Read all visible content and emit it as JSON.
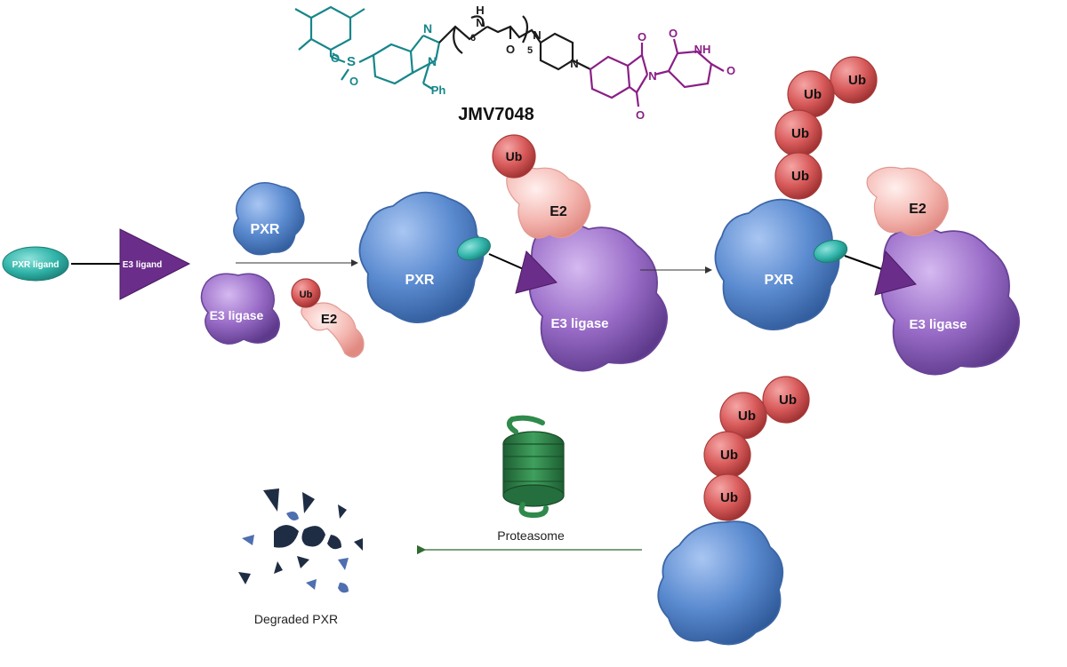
{
  "chemistry": {
    "compound_name": "JMV7048",
    "atoms": {
      "n_imidazole": "N",
      "n_benzyl": "N",
      "ph": "Ph",
      "s": "S",
      "o1": "O",
      "o2": "O",
      "nh_amide": "H",
      "n_amide": "N",
      "subscript_6": "6",
      "o_amide": "O",
      "subscript_5": "5",
      "n_pip1": "N",
      "n_pip2": "N",
      "n_phthal": "N",
      "o_phthal_top": "O",
      "o_phthal_bottom": "O",
      "o_glut_top": "O",
      "nh_glut": "NH",
      "o_glut_right": "O"
    }
  },
  "protac": {
    "pxr_ligand": "PXR ligand",
    "e3_ligand": "E3 ligand"
  },
  "labels": {
    "pxr_1": "PXR",
    "e3_ligase_1": "E3 ligase",
    "ub_1": "Ub",
    "e2_1": "E2",
    "pxr_2": "PXR",
    "ub_2": "Ub",
    "e2_2": "E2",
    "e3_ligase_2": "E3 ligase",
    "pxr_3": "PXR",
    "e2_3": "E2",
    "e3_ligase_3": "E3 ligase",
    "ub_chain_a": [
      "Ub",
      "Ub",
      "Ub",
      "Ub"
    ],
    "ub_chain_b": [
      "Ub",
      "Ub",
      "Ub",
      "Ub"
    ],
    "proteasome": "Proteasome",
    "degraded_pxr": "Degraded PXR"
  },
  "colors": {
    "pxr_blue": "#5b8bd0",
    "e3_purple": "#9a6dc8",
    "ub_red": "#d95b5b",
    "e2_pink": "#f4b6b0",
    "ligand_teal": "#2fb3a8",
    "e3_ligand_purple": "#6b2d8a",
    "proteasome_green": "#2f8a4b",
    "fragment_navy": "#1f2d44",
    "fragment_blue": "#4e6fb0"
  }
}
